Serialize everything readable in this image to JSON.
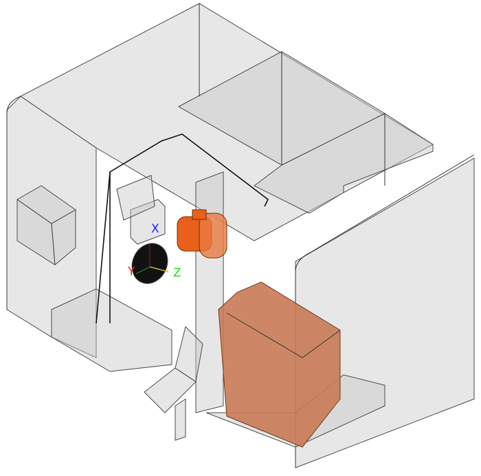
{
  "viewport": {
    "background": "#ffffff",
    "model_colors": {
      "enclosure": "#d4d4d4",
      "spindle": "#e8601c",
      "cabinet": "#c97a55"
    }
  },
  "triad": {
    "x_label": "X",
    "y_label": "Y",
    "z_label": "Z",
    "x_color": "#1a1aff",
    "y_color": "#ff1a1a",
    "z_color": "#22dd22"
  }
}
